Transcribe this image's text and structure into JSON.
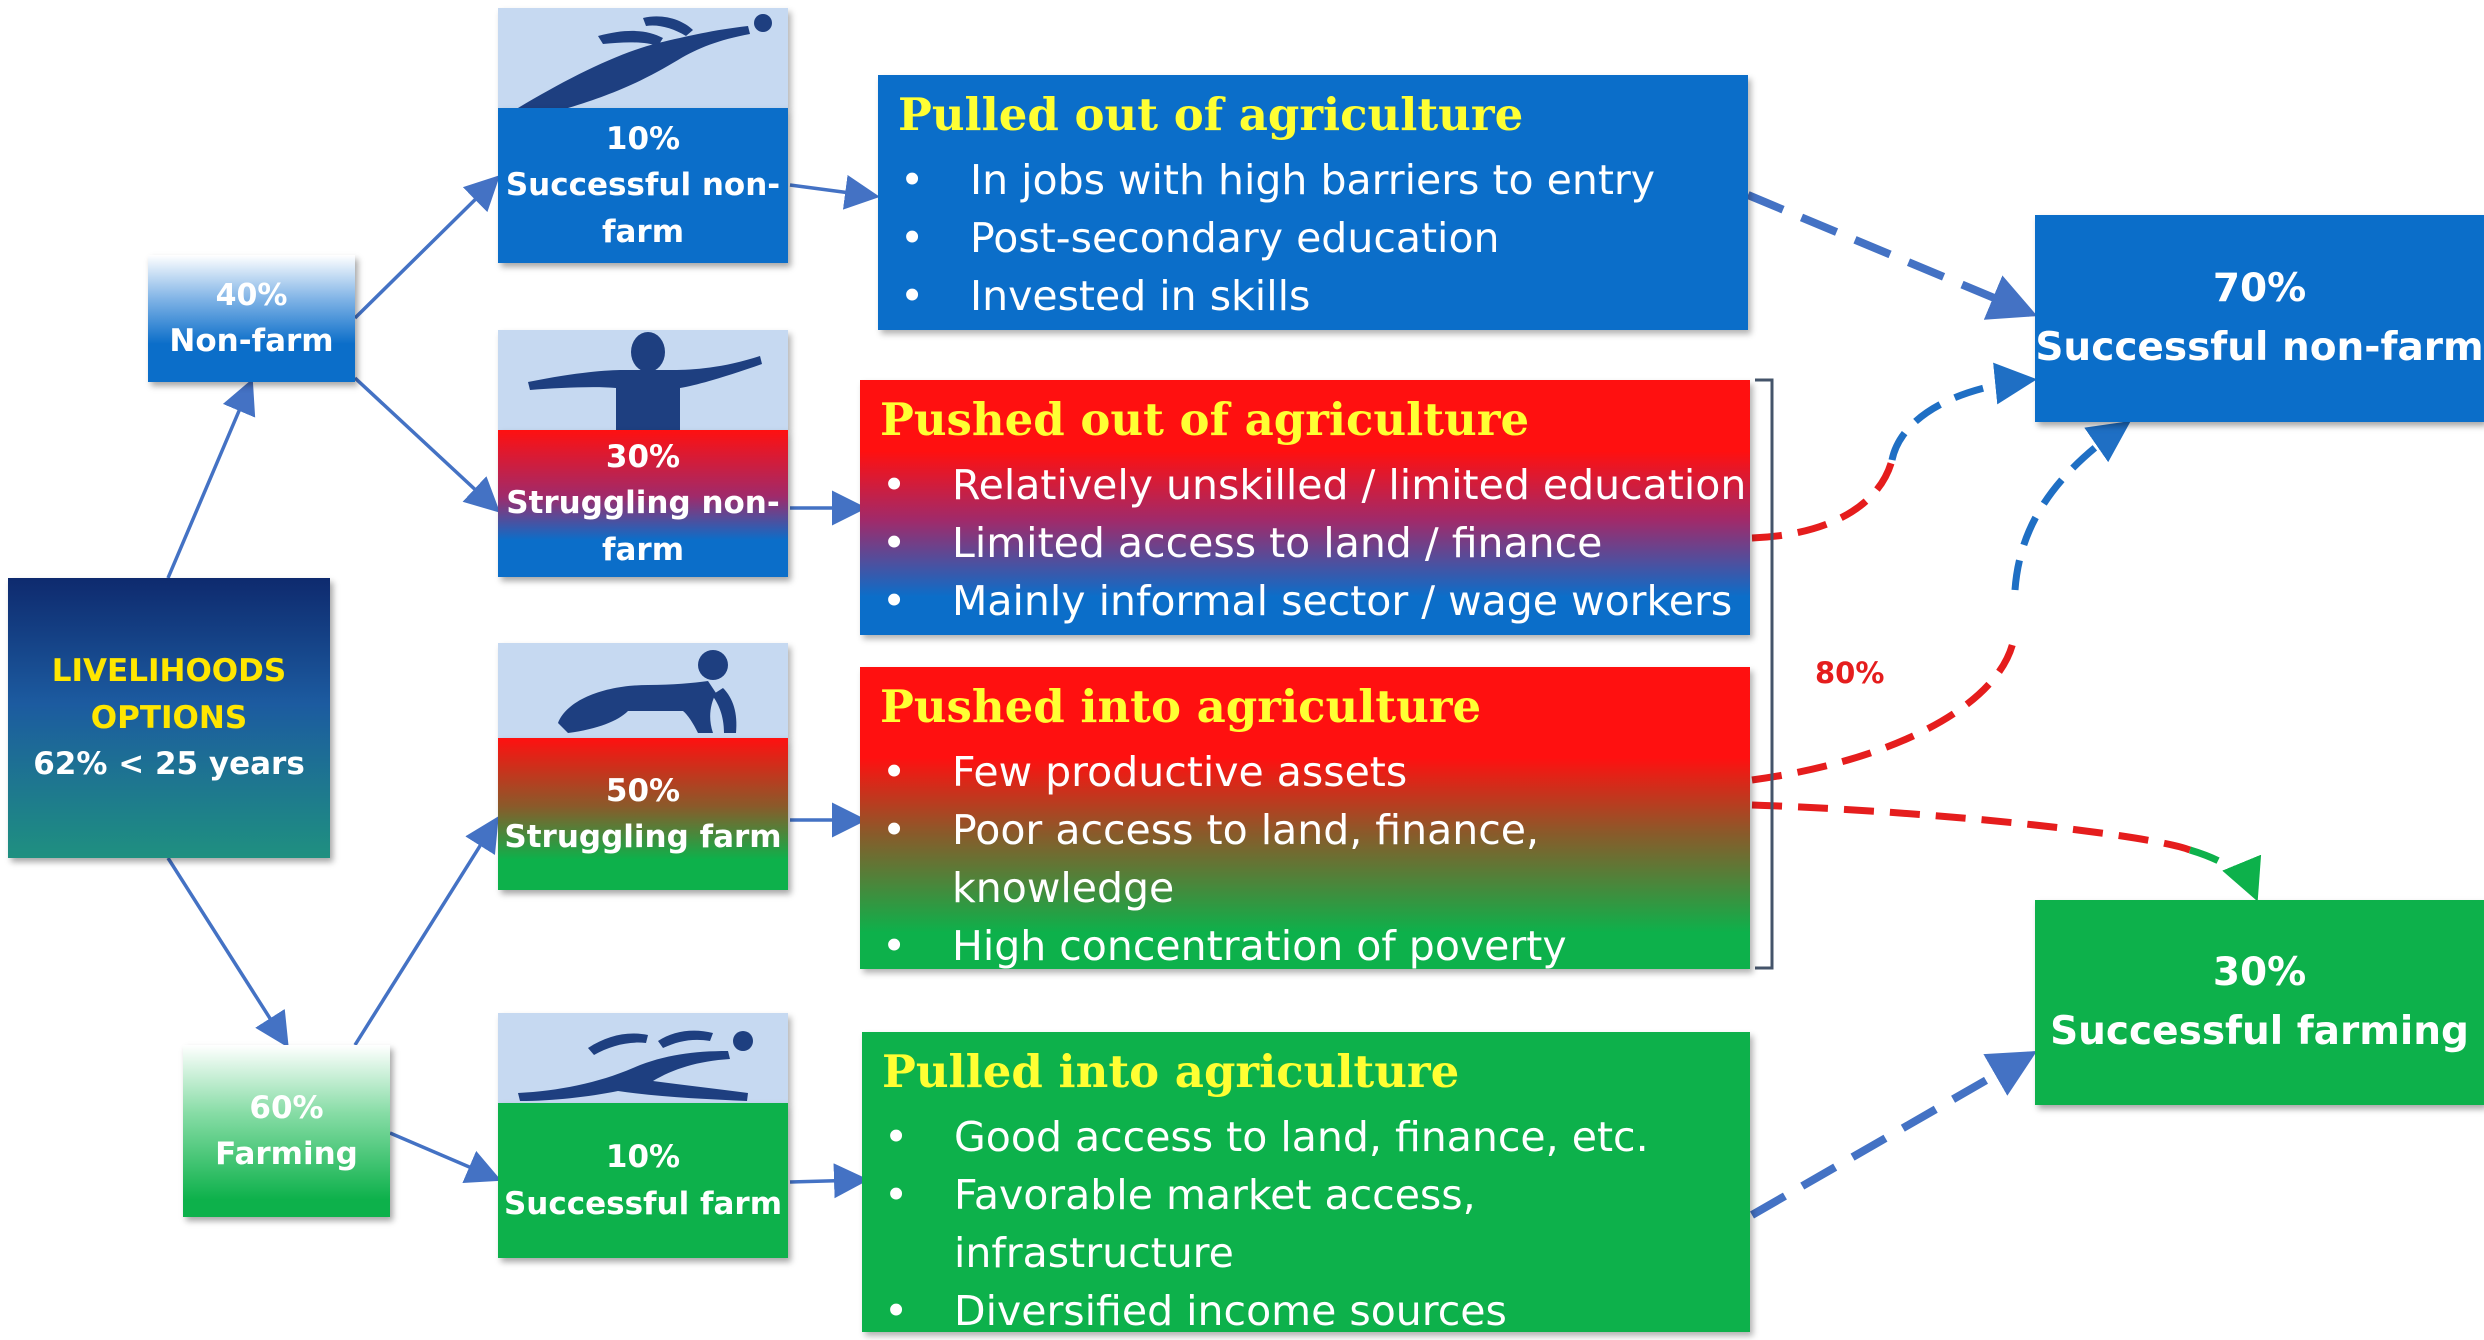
{
  "root": {
    "line1": "LIVELIHOODS",
    "line2": "OPTIONS",
    "line3": "62% < 25 years"
  },
  "nonfarm": {
    "pct": "40%",
    "label": "Non-farm"
  },
  "farming": {
    "pct": "60%",
    "label": "Farming"
  },
  "branches": [
    {
      "pct": "10%",
      "label1": "Successful non-",
      "label2": "farm",
      "icon": "sprinting-person-icon"
    },
    {
      "pct": "30%",
      "label1": "Struggling non-",
      "label2": "farm",
      "icon": "standing-person-icon"
    },
    {
      "pct": "50%",
      "label1": "Struggling farm",
      "label2": "",
      "icon": "crawling-baby-icon"
    },
    {
      "pct": "10%",
      "label1": "Successful farm",
      "label2": "",
      "icon": "running-person-icon"
    }
  ],
  "boxes": [
    {
      "title": "Pulled out of agriculture",
      "items": [
        "In jobs with high barriers to entry",
        "Post-secondary education",
        "Invested in skills"
      ]
    },
    {
      "title": "Pushed out of agriculture",
      "items": [
        "Relatively unskilled /  limited education",
        "Limited access to land / finance",
        "Mainly informal sector / wage workers"
      ]
    },
    {
      "title": "Pushed into agriculture",
      "items": [
        "Few productive assets",
        "Poor access to land, finance, knowledge",
        "High concentration of poverty"
      ]
    },
    {
      "title": "Pulled into agriculture",
      "items": [
        "Good access to land, finance, etc.",
        "Favorable market access, infrastructure",
        "Diversified income sources"
      ]
    }
  ],
  "bracket_label": "80%",
  "outcomes": [
    {
      "pct": "70%",
      "label": "Successful non-farm"
    },
    {
      "pct": "30%",
      "label": "Successful farming"
    }
  ],
  "colors": {
    "blue": "#0b6ec9",
    "green": "#0db14b",
    "red": "#ff1010",
    "title_yellow": "#ffff33",
    "root_yellow": "#ffe600",
    "arrow": "#4472c4",
    "dashed_red": "#e51d1d"
  }
}
